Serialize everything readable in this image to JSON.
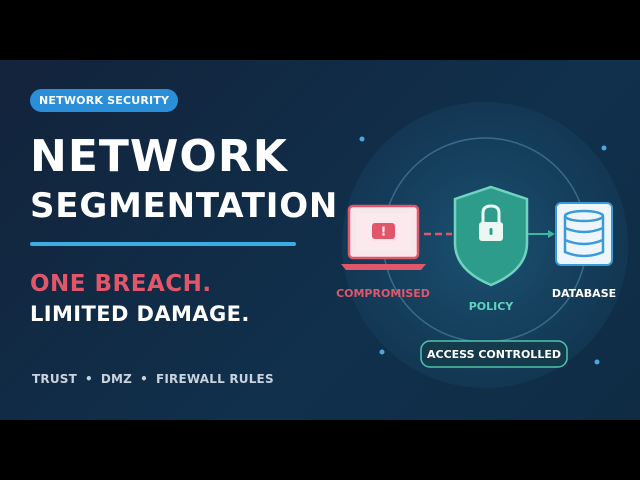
{
  "badge": "NETWORK SECURITY",
  "title": {
    "line1": "NETWORK",
    "line2": "SEGMENTATION"
  },
  "tagline": {
    "line1": "ONE BREACH.",
    "line2": "LIMITED DAMAGE."
  },
  "topics": [
    "TRUST",
    "DMZ",
    "FIREWALL RULES"
  ],
  "diagram": {
    "compromised_label": "COMPROMISED",
    "policy_label": "POLICY",
    "database_label": "DATABASE",
    "alert_symbol": "!",
    "access_label": "ACCESS CONTROLLED"
  },
  "icons": [
    "laptop-icon",
    "alert-icon",
    "shield-icon",
    "lock-icon",
    "database-icon"
  ],
  "colors": {
    "background": "#13233b",
    "accent_blue": "#2a8fd8",
    "alert_red": "#e2566a",
    "policy_green": "#3fb6a0",
    "database_blue": "#3b9ad8"
  }
}
